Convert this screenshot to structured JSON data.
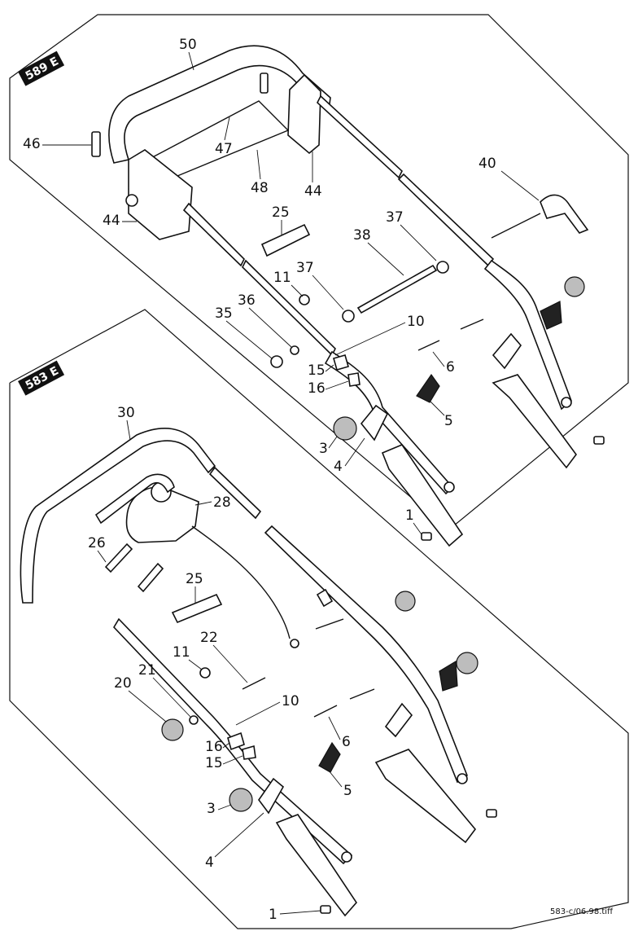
{
  "panels": {
    "top": {
      "badge": "589 E"
    },
    "bottom": {
      "badge": "583 E"
    }
  },
  "labels": {
    "p50": "50",
    "p46": "46",
    "p47": "47",
    "p48": "48",
    "p44a": "44",
    "p44b": "44",
    "p40": "40",
    "p25a": "25",
    "p37a": "37",
    "p38": "38",
    "p37b": "37",
    "p11a": "11",
    "p36": "36",
    "p35": "35",
    "p10a": "10",
    "p15a": "15",
    "p16a": "16",
    "p6a": "6",
    "p5a": "5",
    "p3a": "3",
    "p4a": "4",
    "p1a": "1",
    "p30": "30",
    "p28": "28",
    "p26": "26",
    "p25b": "25",
    "p22": "22",
    "p11b": "11",
    "p20": "20",
    "p21": "21",
    "p10b": "10",
    "p6b": "6",
    "p16b": "16",
    "p15b": "15",
    "p5b": "5",
    "p3b": "3",
    "p4b": "4",
    "p1b": "1"
  },
  "file_ref": "583-c/06.98.tiff",
  "colors": {
    "badge_bg": "#111111",
    "line": "#111111"
  }
}
